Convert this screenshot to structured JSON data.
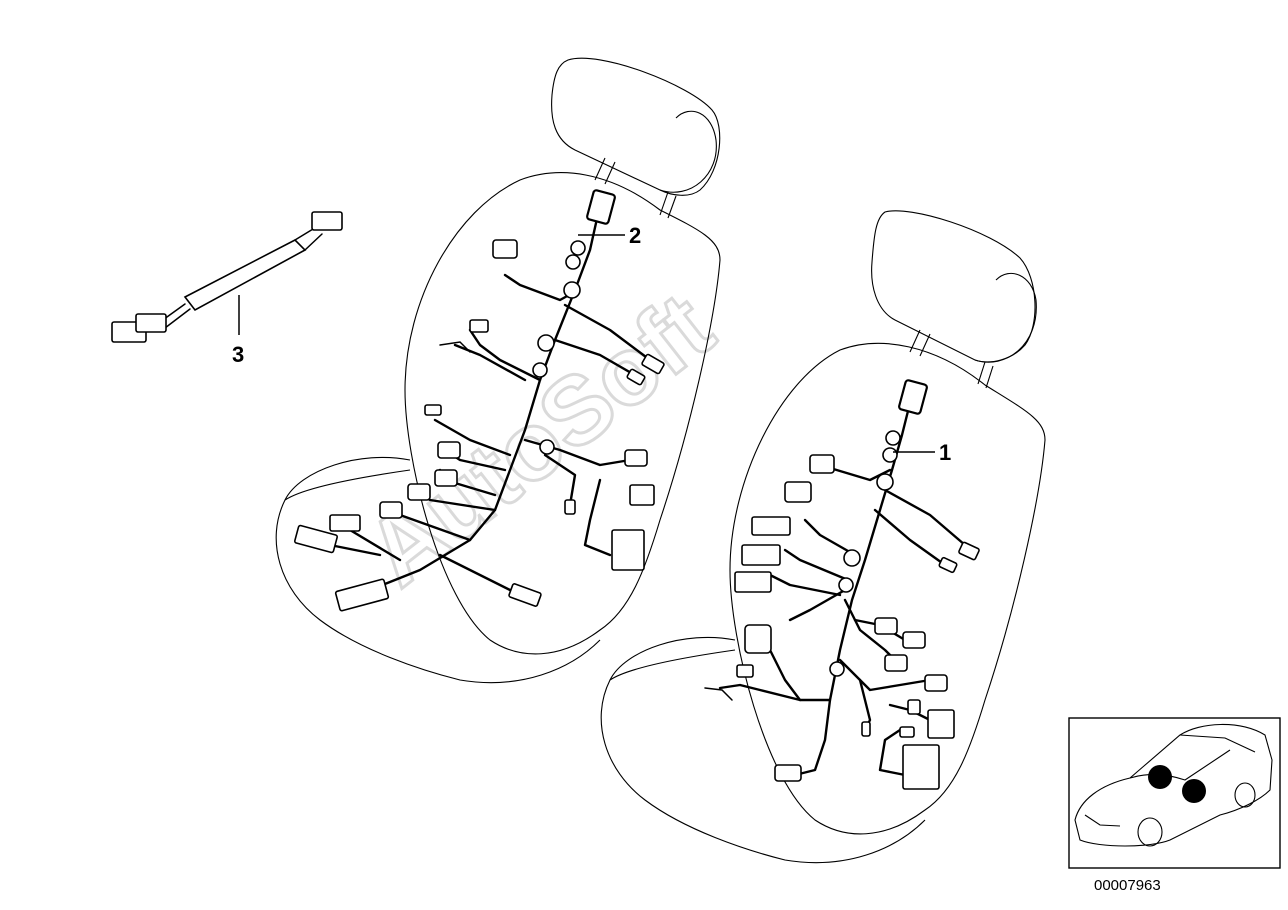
{
  "diagram": {
    "callouts": [
      {
        "id": "1",
        "label": "1"
      },
      {
        "id": "2",
        "label": "2"
      },
      {
        "id": "3",
        "label": "3"
      }
    ],
    "catalog_number": "00007963",
    "watermark": "AutoSoft",
    "locator_markers": 2
  }
}
